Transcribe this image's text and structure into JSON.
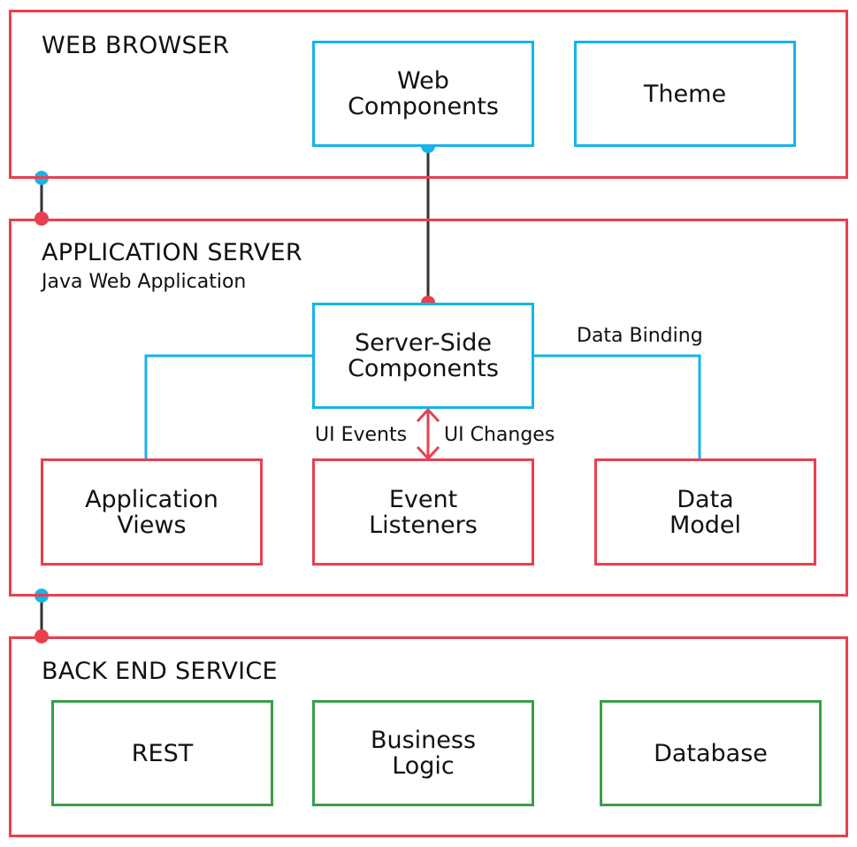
{
  "colors": {
    "red": "#e8404f",
    "blue": "#16b4e8",
    "green": "#3a9e4a",
    "dark": "#333333"
  },
  "browser": {
    "title": "WEB BROWSER",
    "web_components": "Web\nComponents",
    "theme": "Theme"
  },
  "server": {
    "title": "APPLICATION SERVER",
    "subtitle": "Java Web Application",
    "server_side_components": "Server-Side\nComponents",
    "application_views": "Application\nViews",
    "event_listeners": "Event\nListeners",
    "data_model": "Data\nModel",
    "data_binding": "Data Binding",
    "ui_events": "UI Events",
    "ui_changes": "UI Changes"
  },
  "backend": {
    "title": "BACK END SERVICE",
    "rest": "REST",
    "business_logic": "Business\nLogic",
    "database": "Database"
  }
}
